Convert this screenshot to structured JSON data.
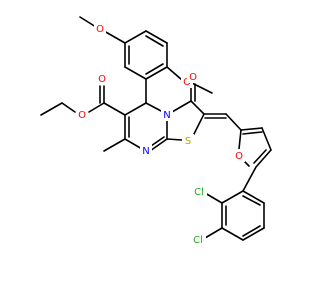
{
  "colors": {
    "bond": "#000000",
    "oxygen": "#ff0000",
    "nitrogen": "#0000ff",
    "sulfur": "#b8a600",
    "chlorine": "#22aa22",
    "carbon_label": "#000000"
  },
  "atom_labels": {
    "o_methoxy_top": "O",
    "o_methoxy_right": "O",
    "o_ester_carbonyl": "O",
    "o_ester_ether": "O",
    "o_ring_carbonyl": "O",
    "o_furan": "O",
    "n_ring": "N",
    "n_pyrimidine": "N",
    "s_thiazole": "S",
    "cl_upper": "Cl",
    "cl_lower": "Cl"
  }
}
